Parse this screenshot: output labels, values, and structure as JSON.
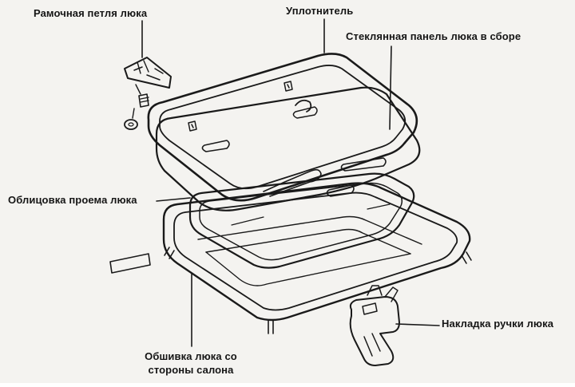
{
  "labels": {
    "hinge": "Рамочная петля люка",
    "seal": "Уплотнитель",
    "glass_panel": "Стеклянная панель люка в сборе",
    "opening_lining": "Облицовка проема люка",
    "handle_cover": "Накладка ручки люка",
    "interior_trim_line1": "Обшивка люка со",
    "interior_trim_line2": "стороны салона"
  },
  "parts": [
    "frame-hinge",
    "seal-gasket",
    "glass-panel-assembly",
    "opening-lining",
    "interior-trim-frame",
    "handle-cover"
  ],
  "colors": {
    "ink": "#1a1a1a",
    "paper": "#f4f3f0"
  }
}
